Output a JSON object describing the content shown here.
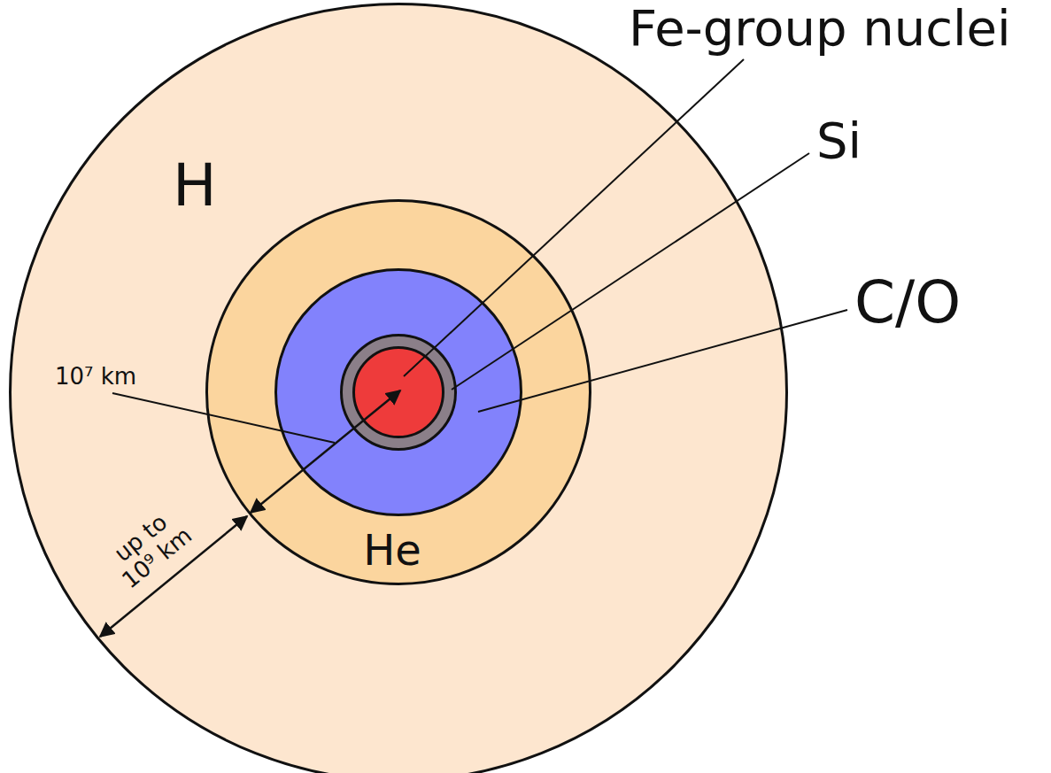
{
  "diagram": {
    "nodes": [
      {
        "text": [
          "H"
        ]
      },
      {
        "text": [
          "He"
        ],
        "in": 0
      },
      {
        "text": [
          "C/O"
        ],
        "in": 1
      },
      {
        "text": [
          "Si"
        ],
        "in": 2
      },
      {
        "text": [
          "Fe-group nuclei"
        ],
        "in": 3
      }
    ],
    "labels": [
      "10⁷ km",
      "up to 10⁹ km"
    ]
  }
}
